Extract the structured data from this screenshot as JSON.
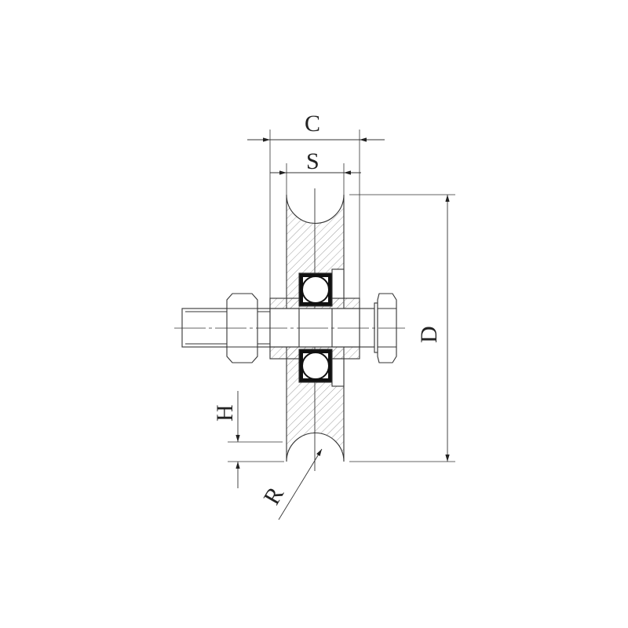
{
  "labels": {
    "C": "C",
    "S": "S",
    "D": "D",
    "H": "H",
    "R": "R"
  },
  "colors": {
    "line": "#333333",
    "hatch": "#777777",
    "bearing": "#111111"
  }
}
